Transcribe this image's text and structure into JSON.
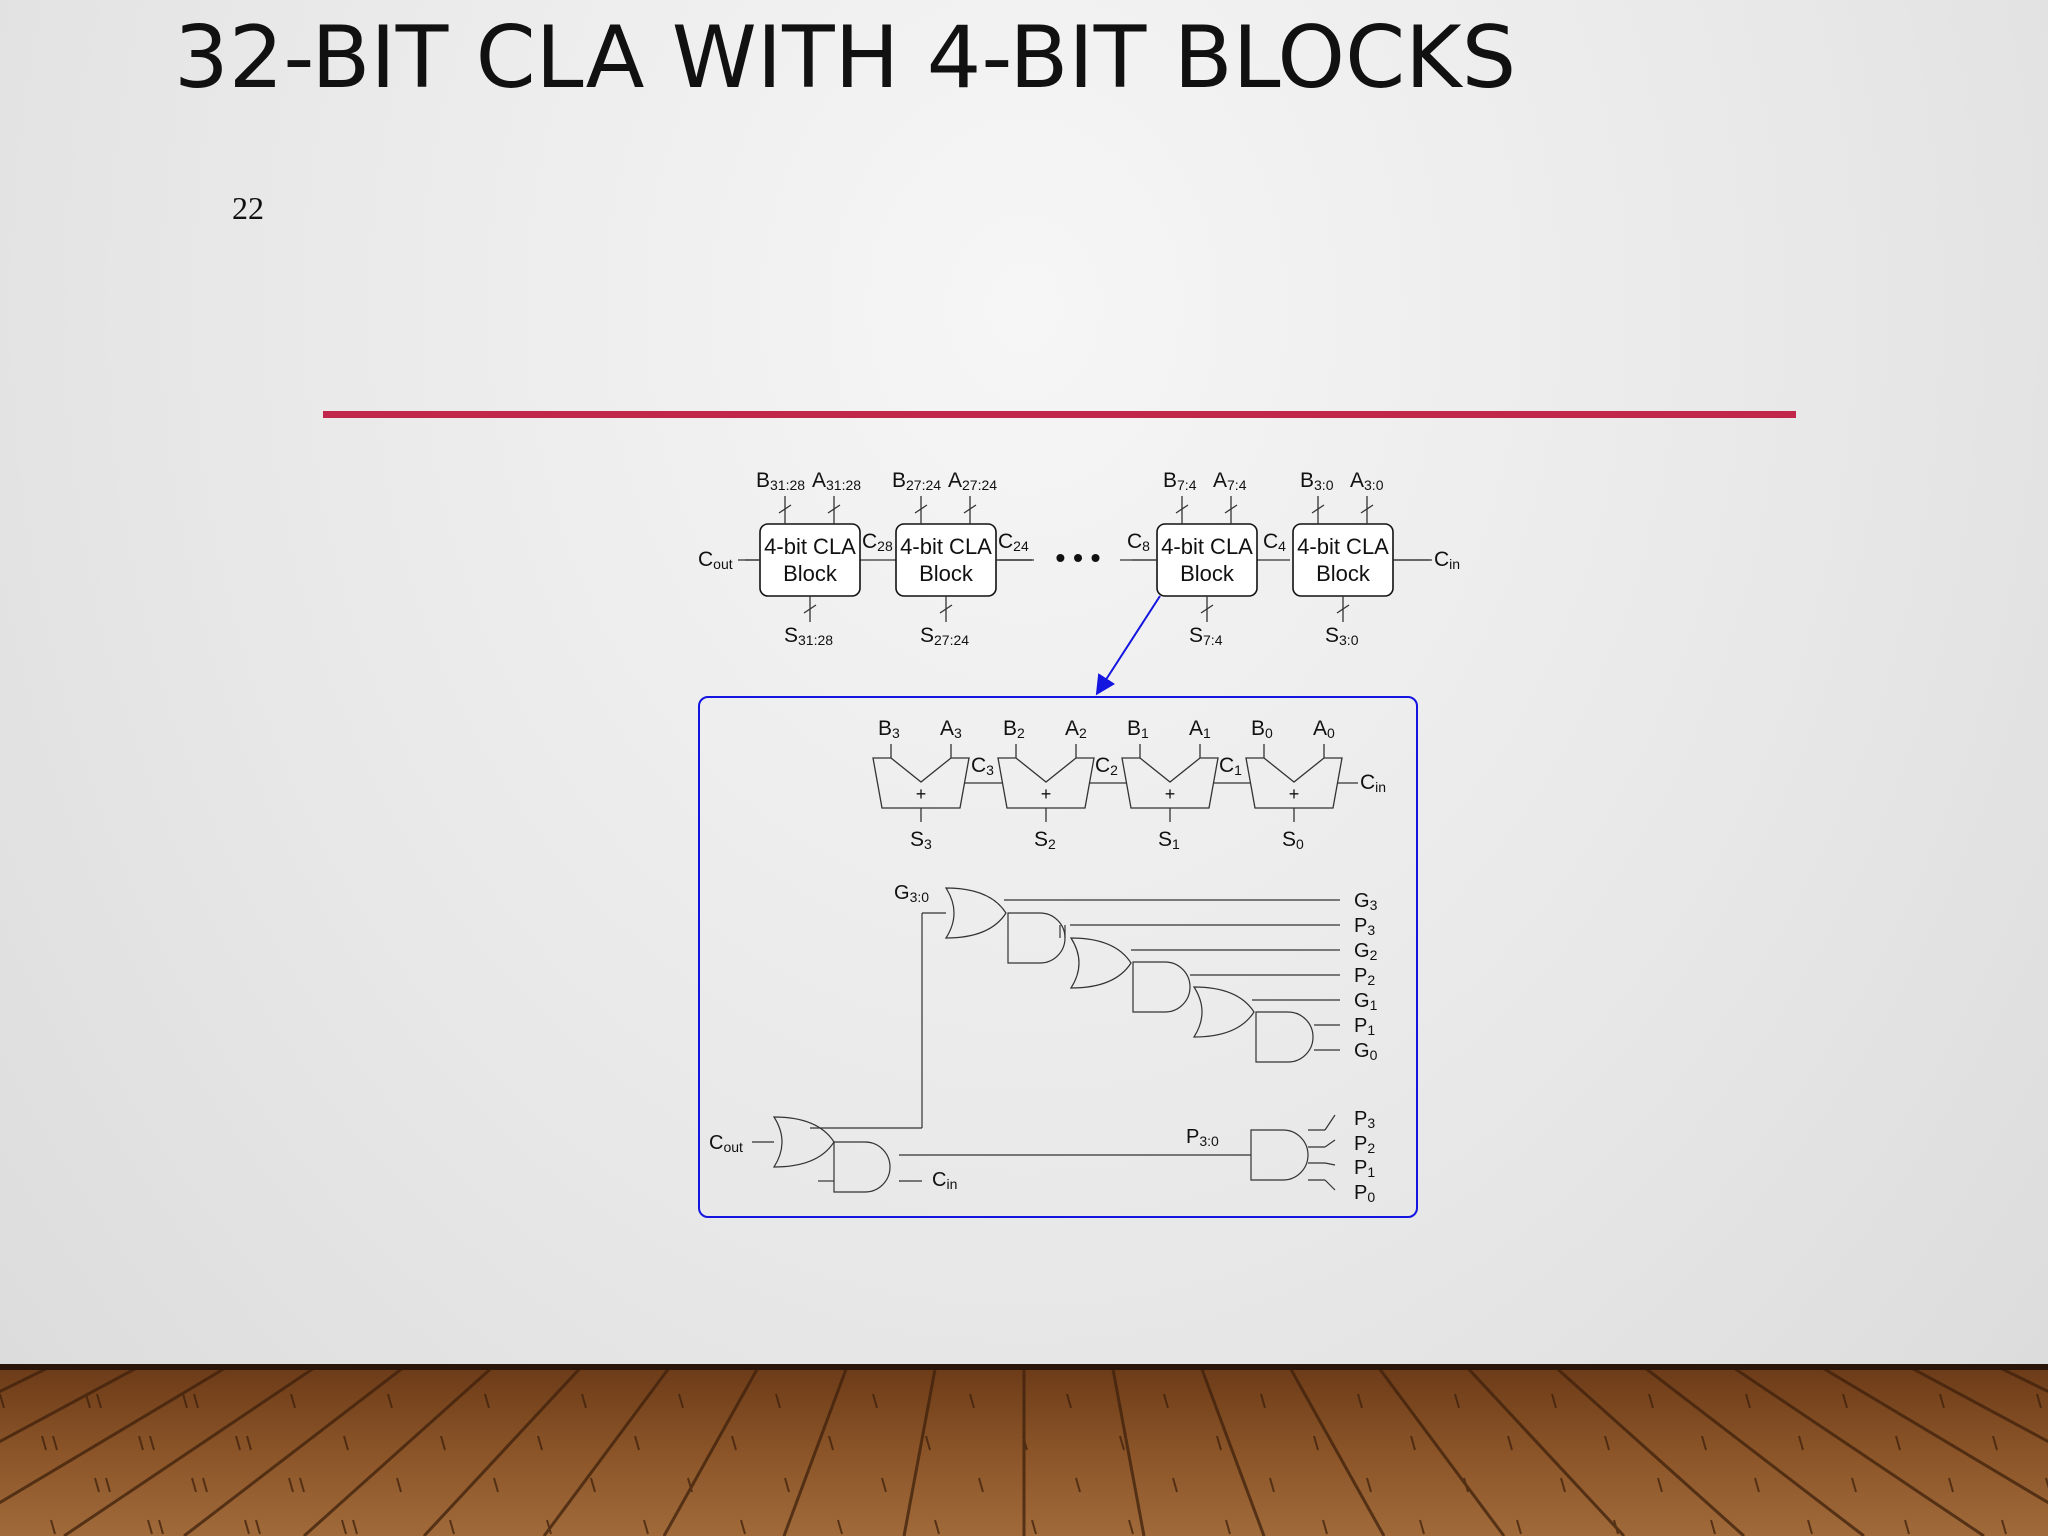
{
  "slide": {
    "title": "32-BIT CLA WITH 4-BIT BLOCKS",
    "number": "22"
  },
  "colors": {
    "accent_line": "#c0274a",
    "detail_frame": "#1515e0",
    "wire": "#333333"
  },
  "top_chain": {
    "block_label_line1": "4-bit CLA",
    "block_label_line2": "Block",
    "ellipsis": "• • •",
    "cout": {
      "main": "C",
      "sub": "out"
    },
    "cin": {
      "main": "C",
      "sub": "in"
    },
    "blocks": [
      {
        "b": {
          "main": "B",
          "sub": "31:28"
        },
        "a": {
          "main": "A",
          "sub": "31:28"
        },
        "s": {
          "main": "S",
          "sub": "31:28"
        }
      },
      {
        "b": {
          "main": "B",
          "sub": "27:24"
        },
        "a": {
          "main": "A",
          "sub": "27:24"
        },
        "s": {
          "main": "S",
          "sub": "27:24"
        }
      },
      {
        "b": {
          "main": "B",
          "sub": "7:4"
        },
        "a": {
          "main": "A",
          "sub": "7:4"
        },
        "s": {
          "main": "S",
          "sub": "7:4"
        }
      },
      {
        "b": {
          "main": "B",
          "sub": "3:0"
        },
        "a": {
          "main": "A",
          "sub": "3:0"
        },
        "s": {
          "main": "S",
          "sub": "3:0"
        }
      }
    ],
    "carries": [
      {
        "main": "C",
        "sub": "28"
      },
      {
        "main": "C",
        "sub": "24"
      },
      {
        "main": "C",
        "sub": "8"
      },
      {
        "main": "C",
        "sub": "4"
      }
    ]
  },
  "detail": {
    "adders": [
      {
        "b": {
          "main": "B",
          "sub": "3"
        },
        "a": {
          "main": "A",
          "sub": "3"
        },
        "s": {
          "main": "S",
          "sub": "3"
        }
      },
      {
        "b": {
          "main": "B",
          "sub": "2"
        },
        "a": {
          "main": "A",
          "sub": "2"
        },
        "s": {
          "main": "S",
          "sub": "2"
        }
      },
      {
        "b": {
          "main": "B",
          "sub": "1"
        },
        "a": {
          "main": "A",
          "sub": "1"
        },
        "s": {
          "main": "S",
          "sub": "1"
        }
      },
      {
        "b": {
          "main": "B",
          "sub": "0"
        },
        "a": {
          "main": "A",
          "sub": "0"
        },
        "s": {
          "main": "S",
          "sub": "0"
        }
      }
    ],
    "plus": "+",
    "internal_carries": [
      {
        "main": "C",
        "sub": "3"
      },
      {
        "main": "C",
        "sub": "2"
      },
      {
        "main": "C",
        "sub": "1"
      }
    ],
    "cin_top": {
      "main": "C",
      "sub": "in"
    },
    "g30": {
      "main": "G",
      "sub": "3:0"
    },
    "gp_inputs": [
      {
        "main": "G",
        "sub": "3"
      },
      {
        "main": "P",
        "sub": "3"
      },
      {
        "main": "G",
        "sub": "2"
      },
      {
        "main": "P",
        "sub": "2"
      },
      {
        "main": "G",
        "sub": "1"
      },
      {
        "main": "P",
        "sub": "1"
      },
      {
        "main": "G",
        "sub": "0"
      }
    ],
    "p30": {
      "main": "P",
      "sub": "3:0"
    },
    "p_inputs": [
      {
        "main": "P",
        "sub": "3"
      },
      {
        "main": "P",
        "sub": "2"
      },
      {
        "main": "P",
        "sub": "1"
      },
      {
        "main": "P",
        "sub": "0"
      }
    ],
    "cout": {
      "main": "C",
      "sub": "out"
    },
    "cin_bottom": {
      "main": "C",
      "sub": "in"
    }
  }
}
